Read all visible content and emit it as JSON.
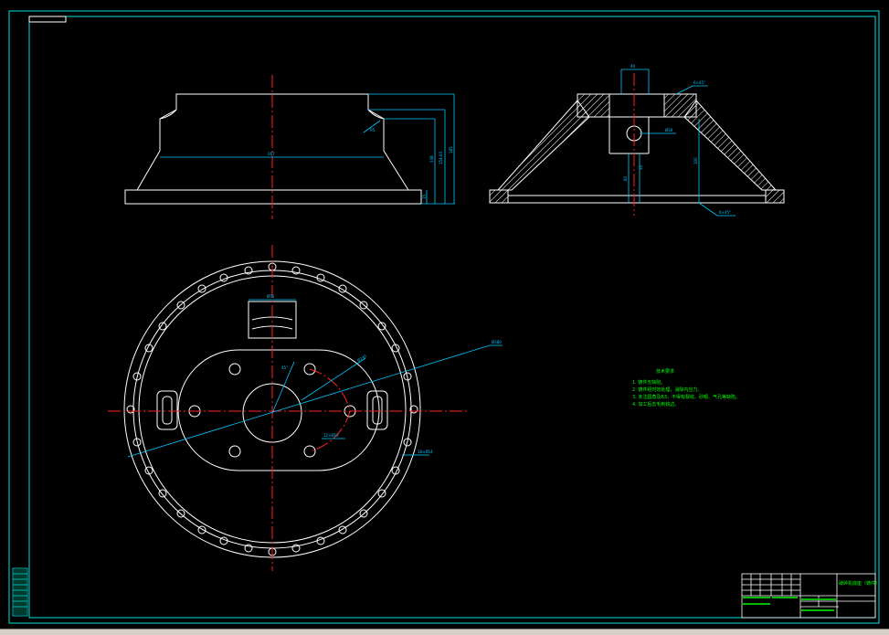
{
  "colors": {
    "background": "#000000",
    "frame": "#00e0e0",
    "outline": "#ffffff",
    "centerline": "#ff2020",
    "dimension": "#00c8ff",
    "note_text": "#00ff00",
    "hatch": "#ffffff"
  },
  "front_view": {
    "dim_width": "267",
    "dim_height_inner": "148",
    "dim_height_total": "154.03",
    "dim_height_outer": "185",
    "dim_radius": "R5",
    "dim_base": "15"
  },
  "section_view": {
    "dim_top_width": "40",
    "dim_chamfer_top": "6×45°",
    "dim_chamfer_bottom": "6×45°",
    "dim_hole": "Ø30",
    "dim_depth": "60",
    "dim_inner": "35",
    "dim_height": "100"
  },
  "plan_view": {
    "dim_slot": "Ø70",
    "dim_circle": "Ø380",
    "dim_bolt_circle": "Ø140",
    "dim_holes": "12×Ø12",
    "dim_outer_holes": "18×Ø14",
    "dim_angle": "45°"
  },
  "notes": {
    "title": "技术要求",
    "items": [
      "1. 铸件无缺陷。",
      "2. 铸件经时效处理，消除内应力。",
      "3. 未注圆角及R3，不得有裂纹、砂眼、气孔等缺陷。",
      "4. 加工后去毛刺锐边。"
    ]
  },
  "title_block": {
    "part_name": "破碎机底座（铸件）"
  }
}
